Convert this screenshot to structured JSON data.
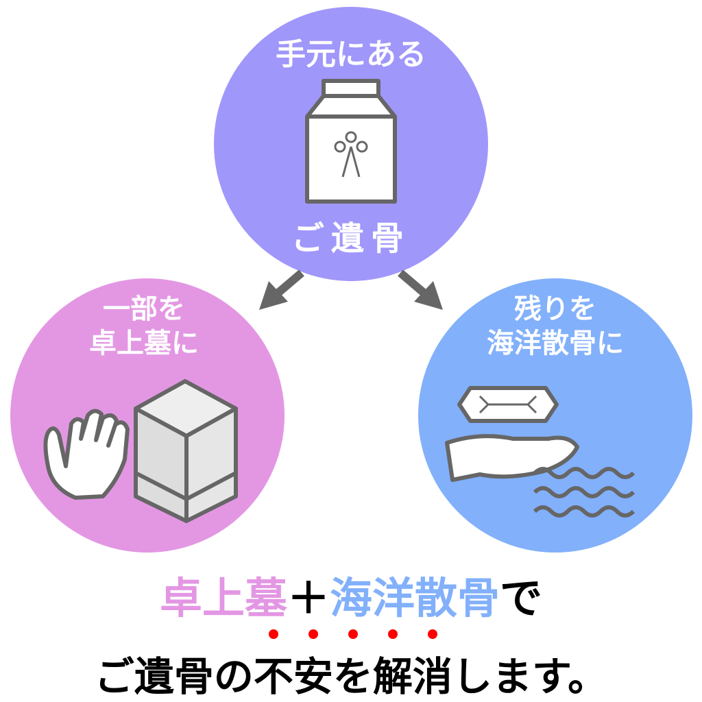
{
  "colors": {
    "top": "#a097fb",
    "left": "#e397e3",
    "right": "#82b0fb",
    "icon": "#666666",
    "emphasis": "#ff0000"
  },
  "top_circle": {
    "title": "手元にある",
    "label": "ご遺骨",
    "icon": "urn-box-icon"
  },
  "left_circle": {
    "line1": "一部を",
    "line2": "卓上墓に",
    "icon": "tabletop-grave-icon"
  },
  "right_circle": {
    "line1": "残りを",
    "line2": "海洋散骨に",
    "icon": "sea-scattering-icon"
  },
  "headline": {
    "part1": "卓上墓",
    "plus": "＋",
    "part2": "海洋散骨",
    "part3": "で"
  },
  "message": {
    "pre": "ご遺骨の",
    "emphasized": [
      "不",
      "安",
      "を",
      "解",
      "消"
    ],
    "post": "します。"
  }
}
